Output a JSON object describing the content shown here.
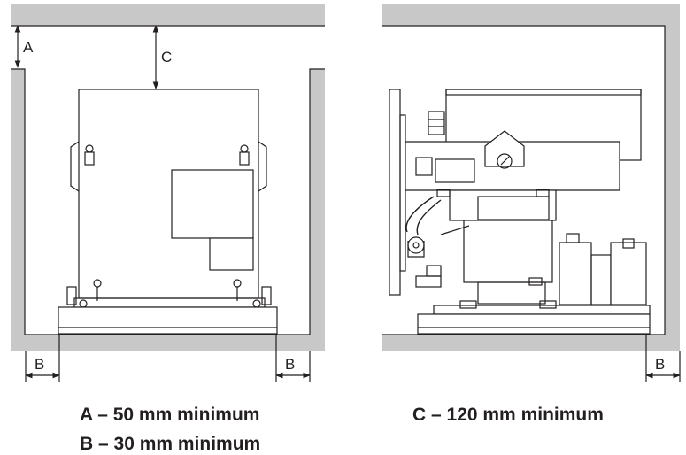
{
  "diagram": {
    "dimension_labels": {
      "a": "A",
      "b": "B",
      "c": "C"
    },
    "colors": {
      "wall": "#c8c8c8",
      "line": "#231f20",
      "background": "#ffffff"
    }
  },
  "captions": {
    "a": "A – 50 mm minimum",
    "b": "B – 30 mm minimum",
    "c": "C – 120 mm minimum"
  }
}
